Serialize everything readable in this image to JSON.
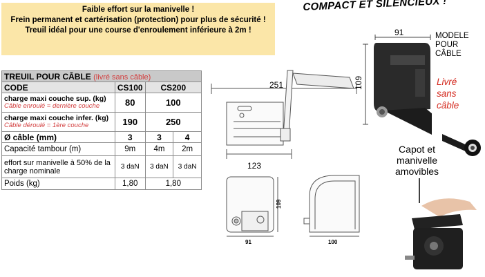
{
  "banner": {
    "line1": "Faible effort sur la manivelle !",
    "line2": "Frein permanent et cartérisation (protection) pour plus de sécurité !",
    "line3": "Treuil idéal pour une course d'enroulement inférieure à 2m !"
  },
  "headline": "COMPACT ET SILENCIEUX !",
  "table": {
    "title": "TREUIL POUR CÂBLE",
    "title_note": "(livré sans câble)",
    "code_label": "CODE",
    "col_cs100": "CS100",
    "col_cs200": "CS200",
    "rows": {
      "charge_sup": {
        "label": "charge maxi couche sup. (kg)",
        "note": "Câble enroulé = dernière couche",
        "cs100": "80",
        "cs200": "100"
      },
      "charge_inf": {
        "label": "charge maxi couche infer. (kg)",
        "note": "Câble déroulé = 1ère couche",
        "cs100": "190",
        "cs200": "250"
      },
      "diam": {
        "label": "Ø câble (mm)",
        "cs100": "3",
        "cs200a": "3",
        "cs200b": "4"
      },
      "capacite": {
        "label": "Capacité tambour (m)",
        "cs100": "9m",
        "cs200a": "4m",
        "cs200b": "2m"
      },
      "effort": {
        "label": "effort sur manivelle à 50% de la charge nominale",
        "cs100": "3 daN",
        "cs200a": "3 daN",
        "cs200b": "3 daN"
      },
      "poids": {
        "label": "Poids (kg)",
        "cs100": "1,80",
        "cs200": "1,80"
      }
    }
  },
  "drawing": {
    "dim_251": "251",
    "dim_123": "123",
    "dim_109": "109",
    "dim_91": "91",
    "dim_100": "100"
  },
  "photo": {
    "dim_91": "91",
    "dim_109": "109",
    "model_line1": "MODELE",
    "model_line2": "POUR",
    "model_line3": "CÂBLE",
    "red_line1": "Livré",
    "red_line2": "sans",
    "red_line3": "câble",
    "cover_line1": "Capot et",
    "cover_line2": "manivelle",
    "cover_line3": "amovibles"
  },
  "colors": {
    "banner_bg": "#fbe6a8",
    "table_header": "#c9c9c9",
    "accent_red": "#d23c3c"
  }
}
